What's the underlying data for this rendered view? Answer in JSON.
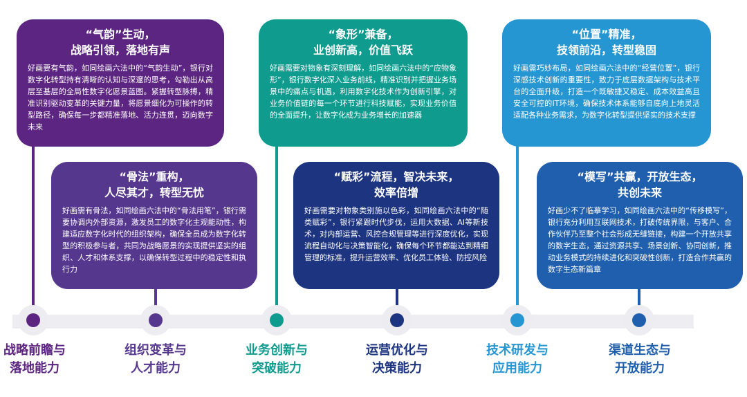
{
  "colors": {
    "c1": "#5c2582",
    "c2": "#55378e",
    "c3": "#0f9b8e",
    "c4": "#1d3480",
    "c5": "#2696d3",
    "c6": "#1f5fad"
  },
  "cards": [
    {
      "title_line1": "“气韵”生动，",
      "title_line2": "战略引领，落地有声",
      "body": "好画要有气韵，如同绘画六法中的“气韵生动”，银行对数字化转型持有清晰的认知与深邃的思考，勾勒出从高层至基层的全局性数字化愿景蓝图。紧握转型脉搏，精准识别驱动变革的关键力量，将愿景细化为可操作的转型路径，确保每一步都精准落地、活力连贯，迈向数字未来"
    },
    {
      "title_line1": "“骨法”重构，",
      "title_line2": "人尽其才，转型无忧",
      "body": "好画需有骨法，如同绘画六法中的“骨法用笔”，银行需要协调内外部资源，激发员工的数字化主观能动性，构建适应数字化时代的组织架构，确保全员成为数字化转型的积极参与者，共同为战略愿景的实现提供坚实的组织、人才和体系支撑，以确保转型过程中的稳定性和执行力"
    },
    {
      "title_line1": "“象形”兼备，",
      "title_line2": "业创新高，价值飞跃",
      "body": "好画需要对物象有深刻理解，如同绘画六法中的“应物象形”，银行数字化深入业务前线，精准识别并把握业务场景中的痛点与机遇，利用数字化技术作为创新引擎，对业务价值链的每一个环节进行科技赋能，实现业务价值的全面提升，让数字化成为业务增长的加速器"
    },
    {
      "title_line1": "“赋彩”流程，智决未来，",
      "title_line2": "效率倍增",
      "body": "好画需要对物象类别施以色彩，如同绘画六法中的“随类赋彩”，银行紧跟时代步伐，运用大数据、AI等新技术，对内部运营、风控合规管理等进行深度优化，实现流程自动化与决策智能化，确保每个环节都能达到精细管理的标准，提升运营效率、优化员工体验、防控风险"
    },
    {
      "title_line1": "“位置”精准，",
      "title_line2": "技领前沿，转型稳固",
      "body": "好画需巧妙布局，如同绘画六法中的“经营位置”，银行深感技术创新的重要性，致力于底层数据架构与技术平台的全面升级，打造一个既敏捷又稳定、成本效益高且安全可控的IT环境，确保技术体系能够自底向上地灵活适配各种业务需求，为数字化转型提供坚实的技术支撑"
    },
    {
      "title_line1": "“模写”共赢，开放生态，",
      "title_line2": "共创未来",
      "body": "好画少不了临摹学习，如同绘画六法中的“传移模写”，银行充分利用互联网技术，打破传统界限，与客户、合作伙伴乃至整个社会形成无缝链接，构建一个开放共享的数字生态，通过资源共享、场景创新、协同创新，推动业务模式的持续进化和突破性创新，打造合作共赢的数字生态新篇章"
    }
  ],
  "labels": [
    {
      "line1": "战略前瞻与",
      "line2": "落地能力"
    },
    {
      "line1": "组织变革与",
      "line2": "人才能力"
    },
    {
      "line1": "业务创新与",
      "line2": "突破能力"
    },
    {
      "line1": "运营优化与",
      "line2": "决策能力"
    },
    {
      "line1": "技术研发与",
      "line2": "应用能力"
    },
    {
      "line1": "渠道生态与",
      "line2": "开放能力"
    }
  ]
}
